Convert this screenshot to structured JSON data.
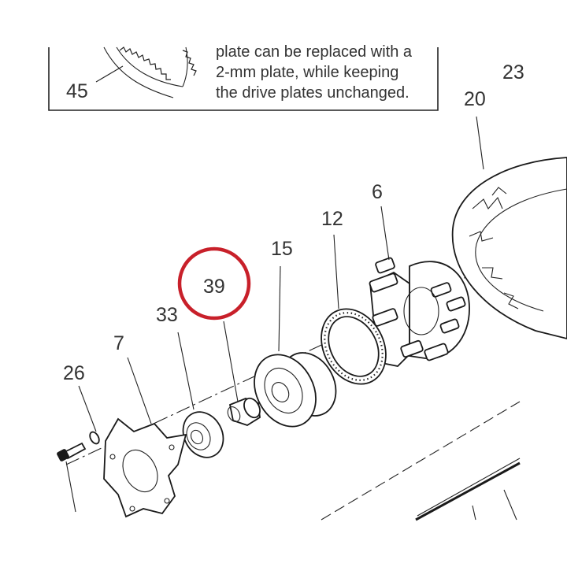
{
  "inset": {
    "callout_number": "45",
    "note_lines": [
      "plate can be replaced with a",
      "2-mm plate, while keeping",
      "the drive plates unchanged."
    ]
  },
  "callouts": {
    "c23": "23",
    "c20": "20",
    "c6": "6",
    "c12": "12",
    "c15": "15",
    "c39": "39",
    "c33": "33",
    "c7": "7",
    "c26": "26"
  },
  "highlight": {
    "target": "39",
    "color": "#c8202a"
  }
}
